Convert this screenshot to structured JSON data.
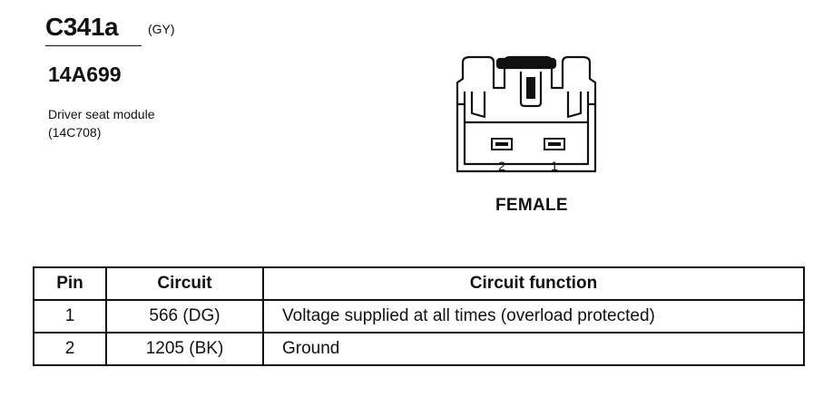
{
  "connector": {
    "id": "C341a",
    "color_code": "(GY)",
    "part_number": "14A699",
    "description": "Driver seat module",
    "description_code": "(14C708)"
  },
  "diagram": {
    "pin_labels": [
      "2",
      "1"
    ],
    "gender": "FEMALE"
  },
  "table": {
    "headers": [
      "Pin",
      "Circuit",
      "Circuit function"
    ],
    "rows": [
      {
        "pin": "1",
        "circuit": "566 (DG)",
        "function": "Voltage supplied at all times (overload protected)"
      },
      {
        "pin": "2",
        "circuit": "1205 (BK)",
        "function": "Ground"
      }
    ]
  }
}
